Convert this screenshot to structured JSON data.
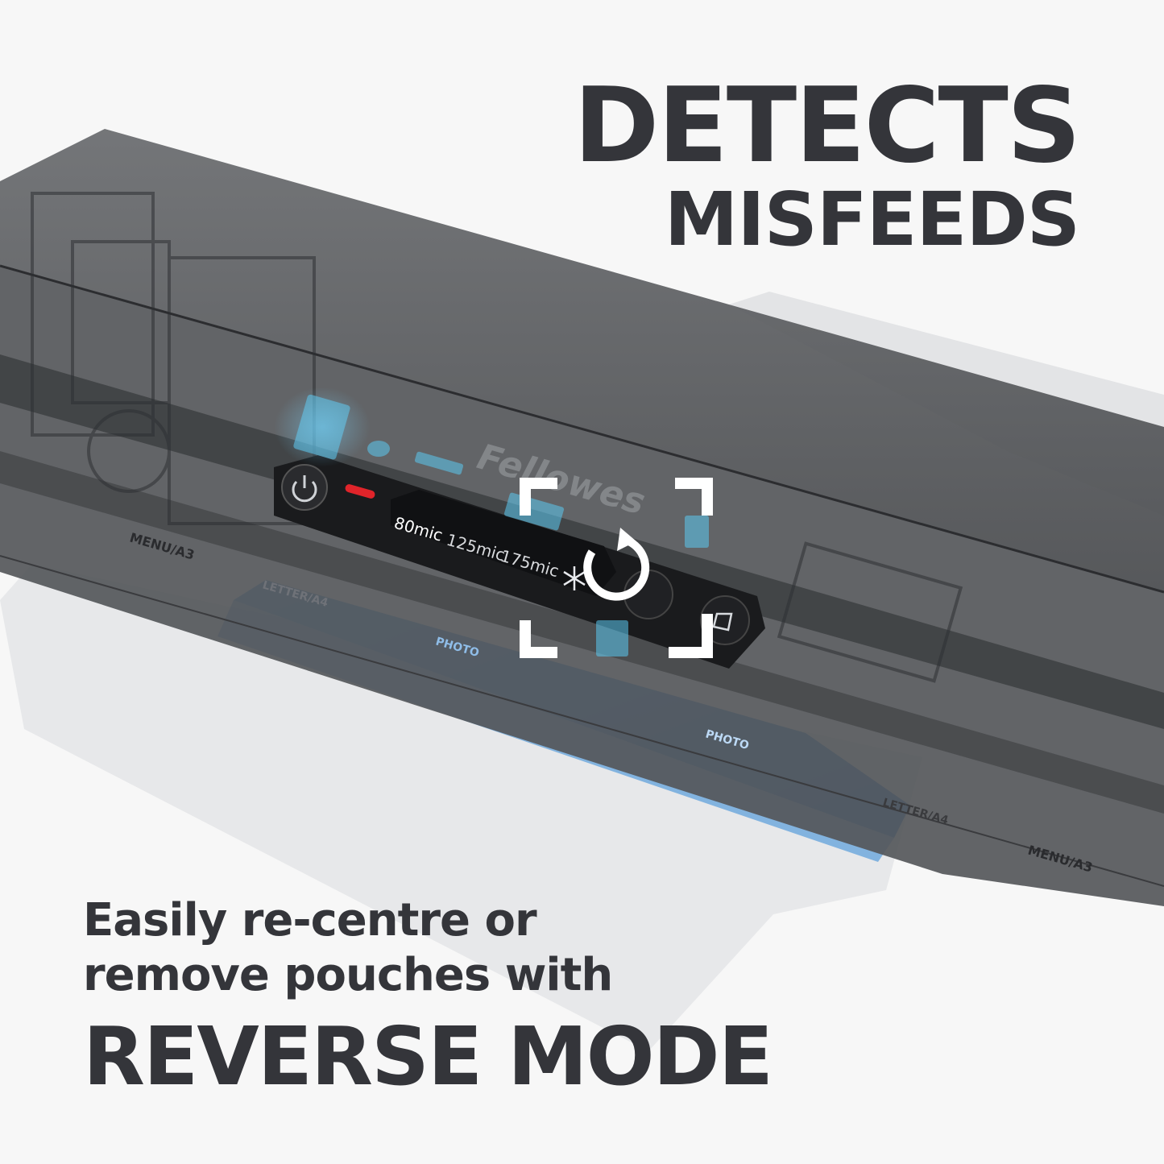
{
  "headline": {
    "line1": "DETECTS",
    "line2": "MISFEEDS"
  },
  "caption": {
    "line1": "Easily re-centre or",
    "line2": "remove pouches with",
    "line3": "REVERSE MODE"
  },
  "laminator": {
    "brand": "Fellowes",
    "thickness_options": [
      "80mic",
      "125mic",
      "175mic"
    ],
    "guide_labels": {
      "menu_a3": "MENU/A3",
      "letter_a4": "LETTER/A4",
      "photo": "PHOTO"
    }
  },
  "icons": [
    "power-icon",
    "status-light",
    "snowflake-icon",
    "reverse-icon",
    "pouch-release-icon"
  ],
  "colors": {
    "headline_text": "#34353a",
    "body_shell": "#5c5e61",
    "pouch_blue": "#2f86d6",
    "status_red": "#e0242a",
    "highlight_cyan": "#5cc8f0"
  }
}
